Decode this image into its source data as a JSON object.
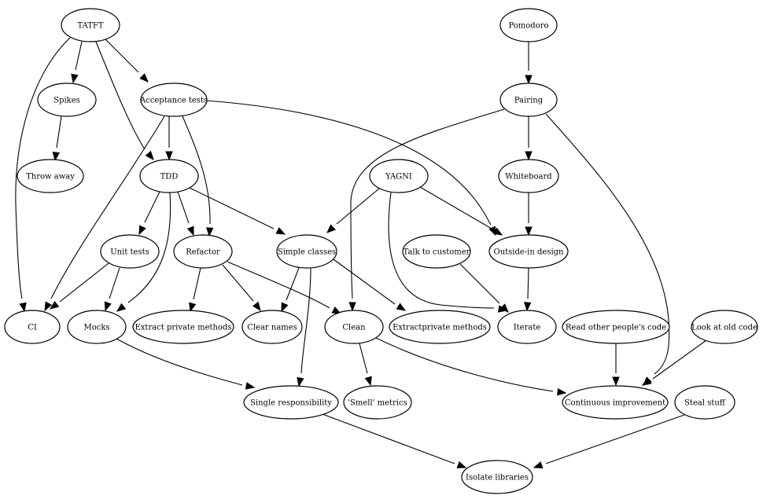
{
  "graph": {
    "nodes": [
      {
        "id": "tatft",
        "label": "TATFT"
      },
      {
        "id": "pomodoro",
        "label": "Pomodoro"
      },
      {
        "id": "spikes",
        "label": "Spikes"
      },
      {
        "id": "acceptance",
        "label": "Acceptance tests"
      },
      {
        "id": "pairing",
        "label": "Pairing"
      },
      {
        "id": "throwaway",
        "label": "Throw away"
      },
      {
        "id": "tdd",
        "label": "TDD"
      },
      {
        "id": "yagni",
        "label": "YAGNI"
      },
      {
        "id": "whiteboard",
        "label": "Whiteboard"
      },
      {
        "id": "unittests",
        "label": "Unit tests"
      },
      {
        "id": "refactor",
        "label": "Refactor"
      },
      {
        "id": "simpleclasses",
        "label": "Simple classes"
      },
      {
        "id": "talkcustomer",
        "label": "Talk to customer"
      },
      {
        "id": "outsidein",
        "label": "Outside-in design"
      },
      {
        "id": "ci",
        "label": "CI"
      },
      {
        "id": "mocks",
        "label": "Mocks"
      },
      {
        "id": "extractprivate",
        "label": "Extract private methods"
      },
      {
        "id": "clearnames",
        "label": "Clear names"
      },
      {
        "id": "clean",
        "label": "Clean"
      },
      {
        "id": "extractprivate2",
        "label": "Extractprivate methods"
      },
      {
        "id": "iterate",
        "label": "Iterate"
      },
      {
        "id": "readcode",
        "label": "Read other people's code"
      },
      {
        "id": "oldcode",
        "label": "Look at old code"
      },
      {
        "id": "singleresp",
        "label": "Single responsibility"
      },
      {
        "id": "smell",
        "label": "'Smell' metrics"
      },
      {
        "id": "contimprove",
        "label": "Continuous improvement"
      },
      {
        "id": "steal",
        "label": "Steal stuff"
      },
      {
        "id": "isolate",
        "label": "Isolate libraries"
      }
    ],
    "edges": [
      {
        "from": "tatft",
        "to": "spikes"
      },
      {
        "from": "tatft",
        "to": "acceptance"
      },
      {
        "from": "tatft",
        "to": "tdd"
      },
      {
        "from": "tatft",
        "to": "ci"
      },
      {
        "from": "spikes",
        "to": "throwaway"
      },
      {
        "from": "acceptance",
        "to": "tdd"
      },
      {
        "from": "acceptance",
        "to": "refactor"
      },
      {
        "from": "acceptance",
        "to": "ci"
      },
      {
        "from": "acceptance",
        "to": "outsidein"
      },
      {
        "from": "pomodoro",
        "to": "pairing"
      },
      {
        "from": "pairing",
        "to": "whiteboard"
      },
      {
        "from": "pairing",
        "to": "clean"
      },
      {
        "from": "pairing",
        "to": "contimprove"
      },
      {
        "from": "whiteboard",
        "to": "outsidein"
      },
      {
        "from": "tdd",
        "to": "unittests"
      },
      {
        "from": "tdd",
        "to": "refactor"
      },
      {
        "from": "tdd",
        "to": "simpleclasses"
      },
      {
        "from": "tdd",
        "to": "mocks"
      },
      {
        "from": "yagni",
        "to": "simpleclasses"
      },
      {
        "from": "yagni",
        "to": "outsidein"
      },
      {
        "from": "yagni",
        "to": "iterate"
      },
      {
        "from": "unittests",
        "to": "ci"
      },
      {
        "from": "unittests",
        "to": "mocks"
      },
      {
        "from": "refactor",
        "to": "extractprivate"
      },
      {
        "from": "refactor",
        "to": "clearnames"
      },
      {
        "from": "refactor",
        "to": "clean"
      },
      {
        "from": "simpleclasses",
        "to": "clearnames"
      },
      {
        "from": "simpleclasses",
        "to": "extractprivate2"
      },
      {
        "from": "simpleclasses",
        "to": "singleresp"
      },
      {
        "from": "talkcustomer",
        "to": "iterate"
      },
      {
        "from": "outsidein",
        "to": "iterate"
      },
      {
        "from": "mocks",
        "to": "singleresp"
      },
      {
        "from": "clean",
        "to": "smell"
      },
      {
        "from": "clean",
        "to": "contimprove"
      },
      {
        "from": "readcode",
        "to": "contimprove"
      },
      {
        "from": "oldcode",
        "to": "contimprove"
      },
      {
        "from": "singleresp",
        "to": "isolate"
      },
      {
        "from": "steal",
        "to": "isolate"
      }
    ]
  }
}
